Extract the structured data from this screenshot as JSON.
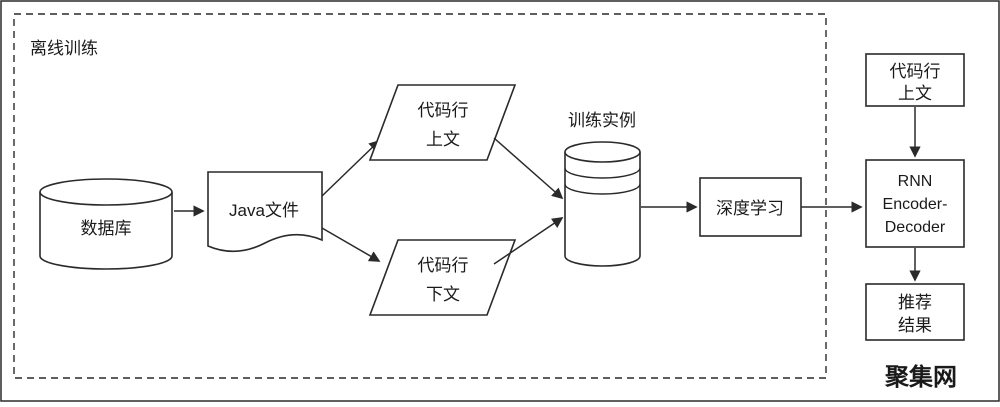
{
  "diagram": {
    "region_label": "离线训练",
    "database": {
      "label": "数据库"
    },
    "java_file": {
      "label": "Java文件"
    },
    "code_above": {
      "line1": "代码行",
      "line2": "上文"
    },
    "code_below": {
      "line1": "代码行",
      "line2": "下文"
    },
    "training_instances": {
      "label": "训练实例"
    },
    "deep_learning": {
      "label": "深度学习"
    },
    "code_context_input": {
      "line1": "代码行",
      "line2": "上文"
    },
    "rnn": {
      "line1": "RNN",
      "line2": "Encoder-",
      "line3": "Decoder"
    },
    "result": {
      "line1": "推荐",
      "line2": "结果"
    },
    "watermark": {
      "text": "聚集网",
      "color": "#3cb54a"
    },
    "colors": {
      "stroke": "#2a2a2a",
      "background": "#ffffff"
    }
  }
}
